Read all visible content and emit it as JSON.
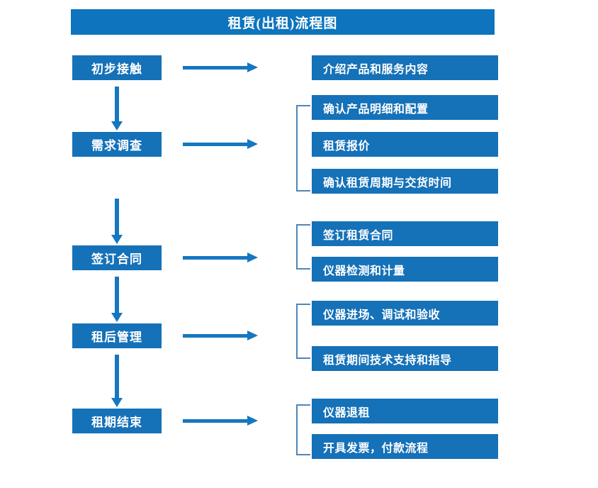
{
  "title": {
    "text": "租赁(出租)流程图"
  },
  "colors": {
    "banner_blue": "#0d74bd",
    "box_blue": "#1571b8",
    "arrow_blue": "#1577c0",
    "bracket_blue": "#4f86b8",
    "text_white": "#ffffff",
    "background": "#ffffff"
  },
  "stages": [
    {
      "label": "初步接触"
    },
    {
      "label": "需求调查"
    },
    {
      "label": "签订合同"
    },
    {
      "label": "租后管理"
    },
    {
      "label": "租期结束"
    }
  ],
  "details": [
    {
      "label": "介绍产品和服务内容"
    },
    {
      "label": "确认产品明细和配置"
    },
    {
      "label": "租赁报价"
    },
    {
      "label": "确认租赁周期与交货时间"
    },
    {
      "label": "签订租赁合同"
    },
    {
      "label": "仪器检测和计量"
    },
    {
      "label": "仪器进场、调试和验收"
    },
    {
      "label": "租赁期间技术支持和指导"
    },
    {
      "label": "仪器退租"
    },
    {
      "label": "开具发票，付款流程"
    }
  ],
  "groups": [
    {
      "name": "需求调查-details",
      "members": [
        "确认产品明细和配置",
        "租赁报价",
        "确认租赁周期与交货时间"
      ]
    },
    {
      "name": "签订合同-details",
      "members": [
        "签订租赁合同",
        "仪器检测和计量"
      ]
    },
    {
      "name": "租后管理-details",
      "members": [
        "仪器进场、调试和验收",
        "租赁期间技术支持和指导"
      ]
    },
    {
      "name": "租期结束-details",
      "members": [
        "仪器退租",
        "开具发票，付款流程"
      ]
    }
  ],
  "flow": {
    "vertical_arrows": 4,
    "horizontal_arrows": 5
  }
}
